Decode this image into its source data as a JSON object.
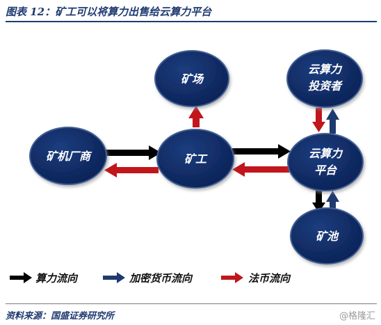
{
  "title": "图表 12：矿工可以将算力出售给云算力平台",
  "source": "资料来源：国盛证券研究所",
  "watermark": "@格隆汇",
  "colors": {
    "node_fill": "#0f2a5e",
    "node_stroke": "#3f5f96",
    "hashpower_arrow": "#000000",
    "crypto_arrow": "#1f3a70",
    "fiat_arrow": "#c0161c"
  },
  "nodes": {
    "mine": "矿场",
    "miner": "矿工",
    "manufacturer": "矿机厂商",
    "cloud_investor_line1": "云算力",
    "cloud_investor_line2": "投资者",
    "cloud_platform_line1": "云算力",
    "cloud_platform_line2": "平台",
    "pool": "矿池"
  },
  "legend": {
    "hashpower": "算力流向",
    "crypto": "加密货币流向",
    "fiat": "法币流向"
  }
}
